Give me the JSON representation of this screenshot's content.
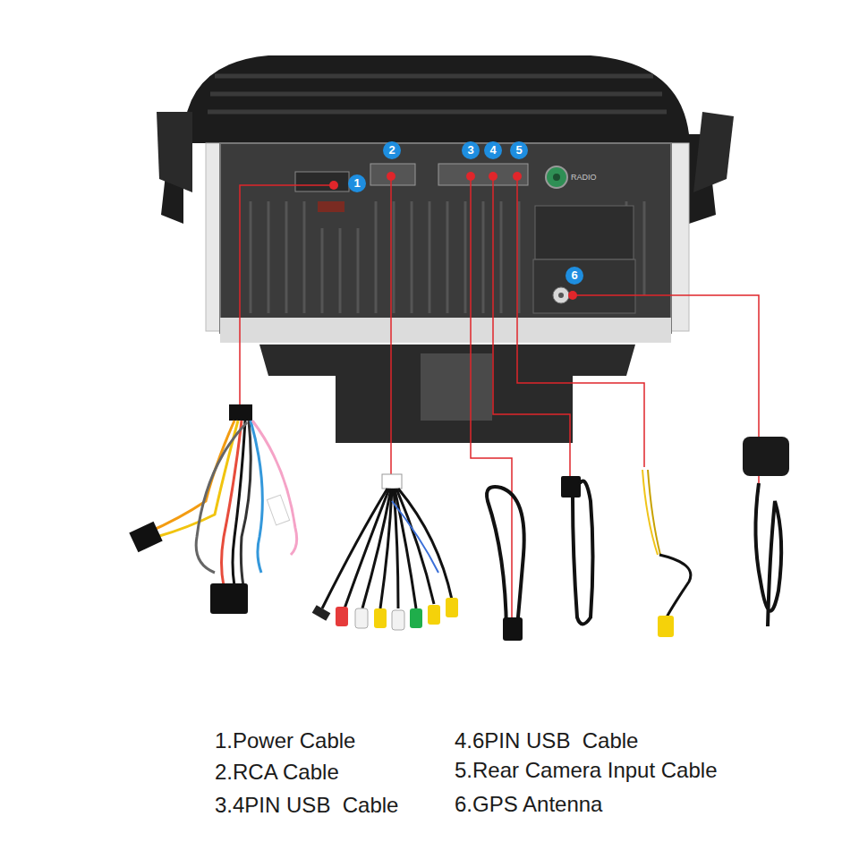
{
  "diagram": {
    "labels": [
      "1",
      "2",
      "3",
      "4",
      "5",
      "6",
      "RADIO",
      "1.Power Cable",
      "2.RCA Cable",
      "3.4PIN USB  Cable",
      "4.6PIN USB  Cable",
      "5.Rear Camera Input Cable",
      "6.GPS Antenna"
    ]
  }
}
